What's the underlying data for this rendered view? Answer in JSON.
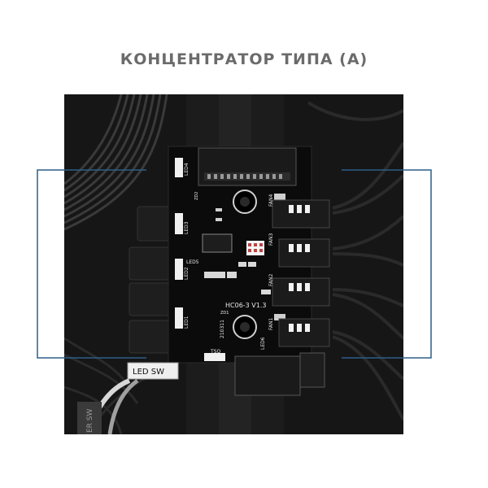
{
  "page": {
    "title": "КОНЦЕНТРАТОР ТИПА (А)"
  },
  "board": {
    "model": "HC06-3 V1.3",
    "date_code": "210311",
    "fan_labels": [
      "FAN4",
      "FAN3",
      "FAN2",
      "FAN1"
    ],
    "led_labels": [
      "LED4",
      "LED3",
      "LED2",
      "LED1"
    ],
    "other_labels": [
      "LED5",
      "LED6",
      "LED SW",
      "TSQ",
      "ZD1",
      "ZD2"
    ],
    "cable_label": "ER SW"
  },
  "colors": {
    "background": "#ffffff",
    "title": "#6b6b6b",
    "pcb": "#0b0b0b",
    "silkscreen": "#e8e8e8",
    "callout_line": "#2b5f8a"
  }
}
